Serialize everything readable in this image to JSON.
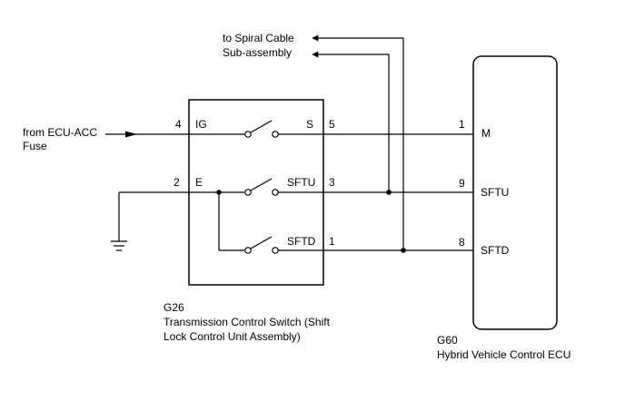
{
  "external_source": {
    "line1": "from ECU-ACC",
    "line2": "Fuse"
  },
  "spiral_cable": {
    "line1": "to Spiral Cable",
    "line2": "Sub-assembly"
  },
  "switch_component": {
    "code": "G26",
    "name_line1": "Transmission Control Switch (Shift",
    "name_line2": "Lock Control Unit Assembly)",
    "pins": {
      "ig": {
        "number": "4",
        "label": "IG"
      },
      "e": {
        "number": "2",
        "label": "E"
      },
      "s": {
        "number": "5",
        "label": "S"
      },
      "sftu": {
        "number": "3",
        "label": "SFTU"
      },
      "sftd": {
        "number": "1",
        "label": "SFTD"
      }
    }
  },
  "ecu_component": {
    "code": "G60",
    "name": "Hybrid Vehicle Control ECU",
    "pins": {
      "m": {
        "number": "1",
        "label": "M"
      },
      "sftu": {
        "number": "9",
        "label": "SFTU"
      },
      "sftd": {
        "number": "8",
        "label": "SFTD"
      }
    }
  },
  "icons": [
    "arrow-icon",
    "ground-icon",
    "switch-icon",
    "junction-dot-icon"
  ]
}
